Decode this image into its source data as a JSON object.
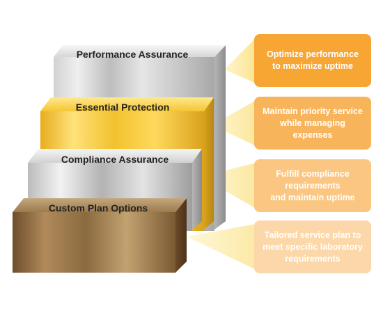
{
  "tiers": [
    {
      "label": "Performance Assurance"
    },
    {
      "label": "Essential Protection"
    },
    {
      "label": "Compliance Assurance"
    },
    {
      "label": "Custom Plan Options"
    }
  ],
  "callouts": [
    {
      "lines": [
        "Optimize performance",
        "to maximize uptime"
      ]
    },
    {
      "lines": [
        "Maintain priority service",
        "while managing",
        "expenses"
      ]
    },
    {
      "lines": [
        "Fulfill compliance",
        "requirements",
        "and maintain uptime"
      ]
    },
    {
      "lines": [
        "Tailored service plan to",
        "meet specific laboratory",
        "requirements"
      ]
    }
  ],
  "colors": {
    "silver": "#c9c9c9",
    "gold": "#f2c12e",
    "bronze": "#8a6a3f",
    "callout_1": "#f7a533",
    "callout_2": "#f8b45a",
    "callout_3": "#fac681",
    "callout_4": "#fcd7a9",
    "beam": "#fbe8a0"
  }
}
